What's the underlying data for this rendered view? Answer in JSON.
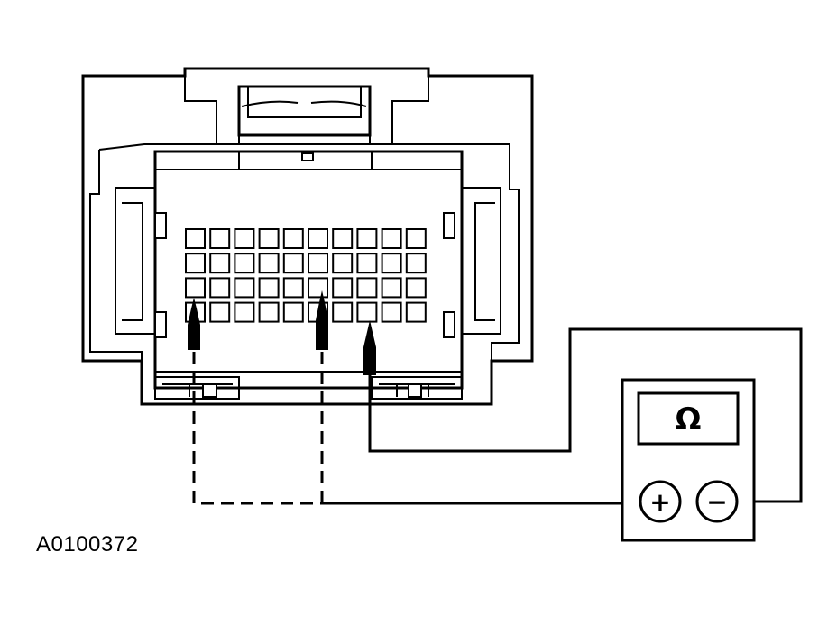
{
  "figure": {
    "reference_code": "A0100372"
  },
  "connector": {
    "pin_rows": 4,
    "pin_columns": 10,
    "probed_pins": 3
  },
  "meter": {
    "display_symbol": "Ω",
    "positive_terminal": "+",
    "negative_terminal": "−"
  },
  "wiring": {
    "dashed_jumper": true
  }
}
